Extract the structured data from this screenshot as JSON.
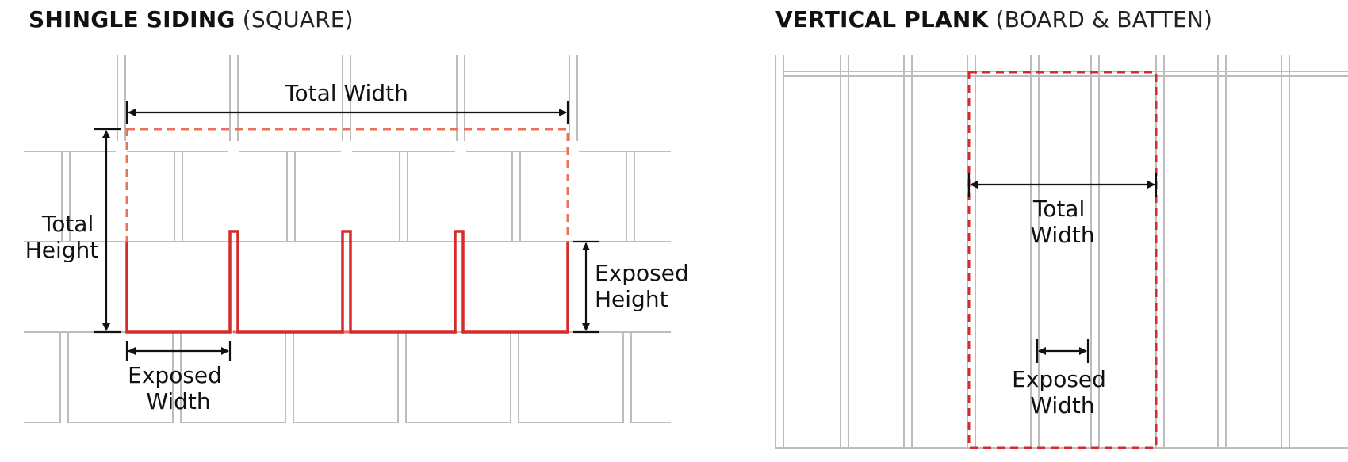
{
  "shingle_panel": {
    "title_bold": "SHINGLE SIDING",
    "title_sub": "(SQUARE)",
    "labels": {
      "total_width": "Total Width",
      "total_height": [
        "Total",
        "Height"
      ],
      "exposed_height": [
        "Exposed",
        "Height"
      ],
      "exposed_width": [
        "Exposed",
        "Width"
      ]
    }
  },
  "plank_panel": {
    "title_bold": "VERTICAL PLANK",
    "title_sub": "(BOARD & BATTEN)",
    "labels": {
      "total_width": [
        "Total",
        "Width"
      ],
      "exposed_width": [
        "Exposed",
        "Width"
      ]
    }
  },
  "colors": {
    "wall_lines": "#bdbdbd",
    "highlight_solid": "#d62b2b",
    "highlight_dashed_shingle": "#e8735a",
    "highlight_dashed_plank": "#d62b2b",
    "dimension_lines": "#111111"
  }
}
